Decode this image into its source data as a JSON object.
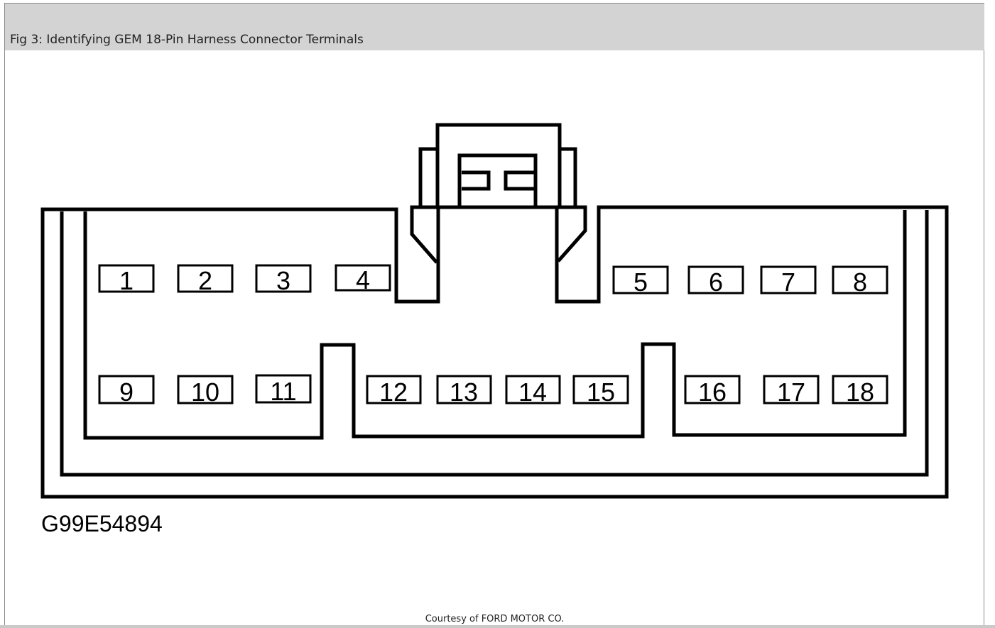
{
  "header": {
    "title": "Fig 3: Identifying GEM 18-Pin Harness Connector Terminals"
  },
  "diagram": {
    "figure_id": "G99E54894",
    "pins": [
      "1",
      "2",
      "3",
      "4",
      "5",
      "6",
      "7",
      "8",
      "9",
      "10",
      "11",
      "12",
      "13",
      "14",
      "15",
      "16",
      "17",
      "18"
    ]
  },
  "footer": {
    "courtesy": "Courtesy of FORD MOTOR CO."
  }
}
